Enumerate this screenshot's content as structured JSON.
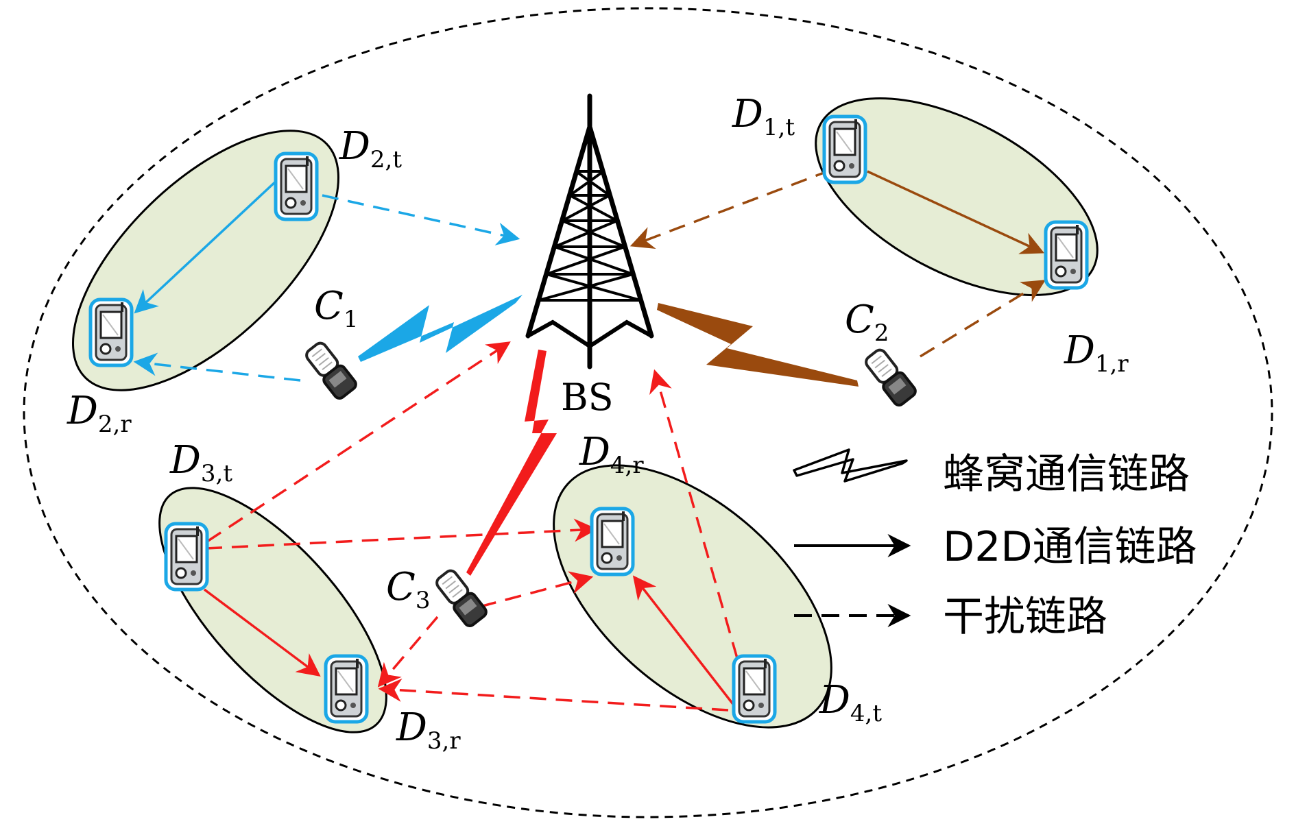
{
  "colors": {
    "blue": "#1BA7E6",
    "brown": "#9A4A0E",
    "red": "#F21C1C",
    "cluster_fill": "#E6EDD5",
    "black": "#000000"
  },
  "icons": {
    "tower": "base-station-tower-icon",
    "phone": "d2d-user-phone-icon",
    "cellular_phone": "cellular-user-phone-icon",
    "lightning": "cellular-link-lightning-icon"
  },
  "labels": {
    "bs": "BS",
    "d1t": {
      "main": "D",
      "sub": "1,t"
    },
    "d1r": {
      "main": "D",
      "sub": "1,r"
    },
    "d2t": {
      "main": "D",
      "sub": "2,t"
    },
    "d2r": {
      "main": "D",
      "sub": "2,r"
    },
    "d3t": {
      "main": "D",
      "sub": "3,t"
    },
    "d3r": {
      "main": "D",
      "sub": "3,r"
    },
    "d4t": {
      "main": "D",
      "sub": "4,t"
    },
    "d4r": {
      "main": "D",
      "sub": "4,r"
    },
    "c1": {
      "main": "C",
      "sub": "1"
    },
    "c2": {
      "main": "C",
      "sub": "2"
    },
    "c3": {
      "main": "C",
      "sub": "3"
    }
  },
  "legend": {
    "cellular": "蜂窝通信链路",
    "d2d": "D2D通信链路",
    "interference": "干扰链路"
  }
}
